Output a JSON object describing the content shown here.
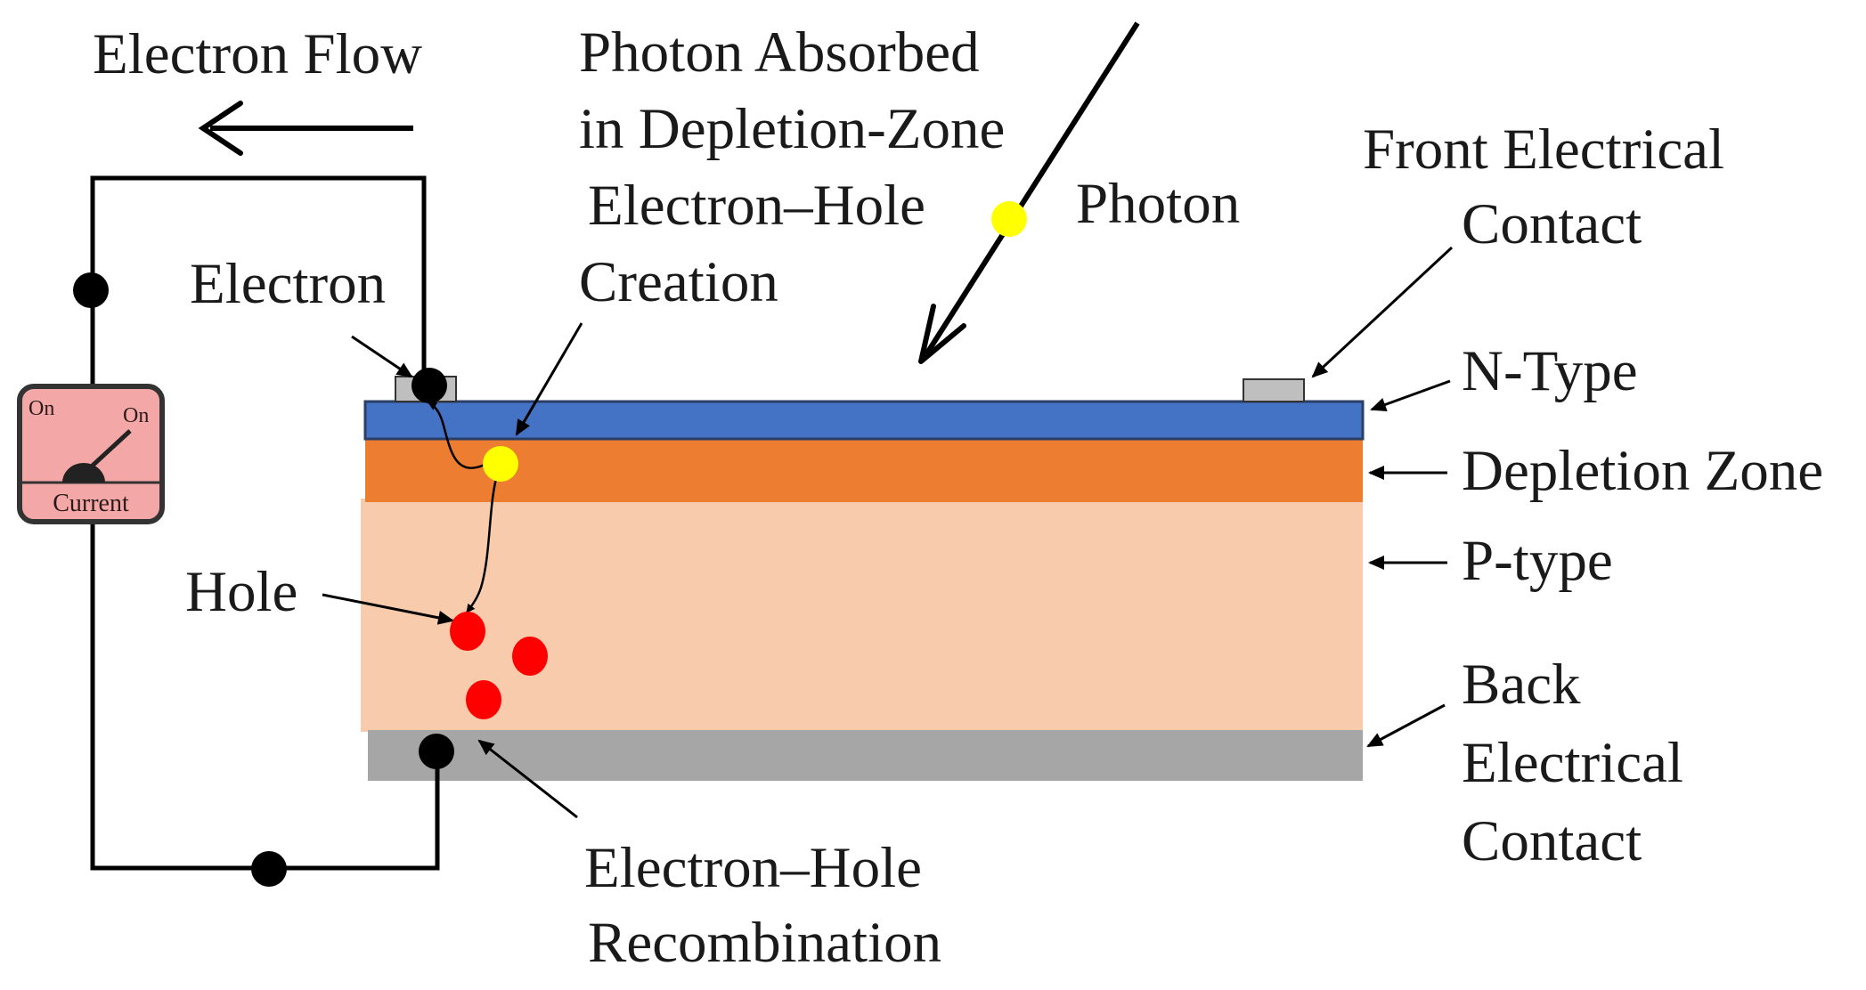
{
  "labels": {
    "electron_flow": "Electron Flow",
    "photon_absorbed": [
      "Photon Absorbed",
      "in Depletion-Zone",
      "Electron–Hole",
      "Creation"
    ],
    "photon": "Photon",
    "front_contact": [
      "Front Electrical",
      "Contact"
    ],
    "electron": "Electron",
    "n_type": "N-Type",
    "depletion_zone": "Depletion Zone",
    "p_type": "P-type",
    "hole": "Hole",
    "back_contact": [
      "Back",
      "Electrical",
      "Contact"
    ],
    "recombination": [
      "Electron–Hole",
      "Recombination"
    ]
  },
  "meter": {
    "on_left": "On",
    "on_right": "On",
    "caption": "Current"
  },
  "colors": {
    "n_type": "#4472c4",
    "depletion_zone": "#ed7d31",
    "p_type": "#f8cbad",
    "back_contact": "#a6a6a6",
    "front_contact": "#bfbfbf",
    "photon": "#ffff00",
    "hole": "#ff0000",
    "electron": "#000000",
    "meter_face": "#f4a7a7"
  }
}
